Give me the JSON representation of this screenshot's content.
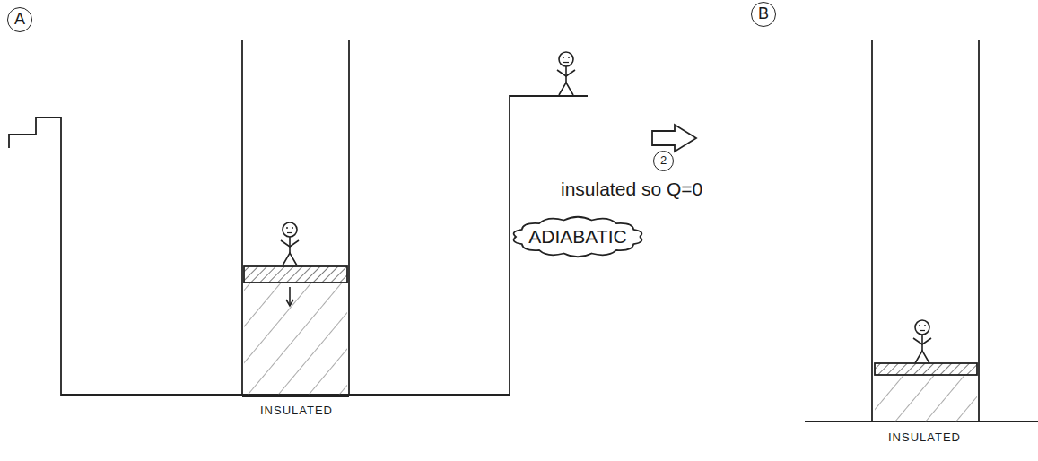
{
  "diagram": {
    "nodes": [
      {
        "text": [
          "A"
        ]
      },
      {
        "text": [
          "B"
        ]
      },
      {
        "text": [
          "2"
        ]
      },
      {
        "text": [
          "ADIABATIC"
        ]
      }
    ],
    "labels": [
      "insulated so Q=0",
      "INSULATED",
      "INSULATED"
    ]
  }
}
